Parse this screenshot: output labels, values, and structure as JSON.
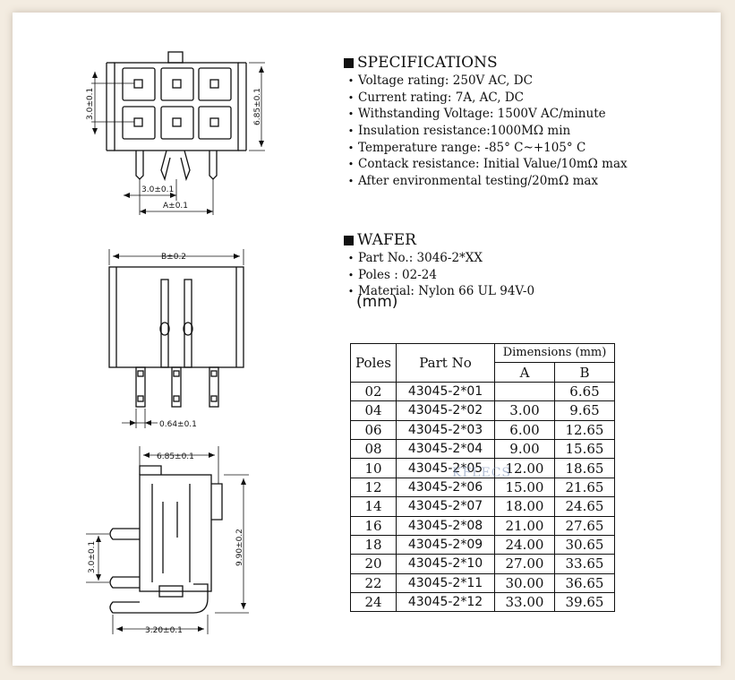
{
  "specifications": {
    "title": "SPECIFICATIONS",
    "items": [
      "Voltage rating: 250V AC, DC",
      "Current rating: 7A, AC, DC",
      "Withstanding Voltage: 1500V AC/minute",
      "Insulation resistance:1000MΩ min",
      "Temperature range: -85° C~+105° C",
      "Contack resistance: Initial Value/10mΩ max",
      "After environmental  testing/20mΩ max"
    ]
  },
  "wafer": {
    "title": "WAFER",
    "items": [
      "Part No.: 3046-2*XX",
      "Poles : 02-24",
      "Material: Nylon 66 UL 94V-0"
    ],
    "unit": "(mm)"
  },
  "drawing_labels": {
    "top_height": "3.0±0.1",
    "top_body_height": "6.85±0.1",
    "top_pitch": "3.0±0.1",
    "top_a": "A±0.1",
    "front_b": "B±0.2",
    "front_pin": "0.64±0.1",
    "side_depth": "6.85±0.1",
    "side_height": "9.90±0.2",
    "side_pitch": "3.0±0.1",
    "side_tail": "3.20±0.1"
  },
  "table": {
    "headers": {
      "poles": "Poles",
      "part_no": "Part No",
      "dimensions": "Dimensions (mm)",
      "a": "A",
      "b": "B"
    },
    "rows": [
      {
        "poles": "02",
        "part": "43045-2*01",
        "a": "",
        "b": "6.65"
      },
      {
        "poles": "04",
        "part": "43045-2*02",
        "a": "3.00",
        "b": "9.65"
      },
      {
        "poles": "06",
        "part": "43045-2*03",
        "a": "6.00",
        "b": "12.65"
      },
      {
        "poles": "08",
        "part": "43045-2*04",
        "a": "9.00",
        "b": "15.65"
      },
      {
        "poles": "10",
        "part": "43045-2*05",
        "a": "12.00",
        "b": "18.65"
      },
      {
        "poles": "12",
        "part": "43045-2*06",
        "a": "15.00",
        "b": "21.65"
      },
      {
        "poles": "14",
        "part": "43045-2*07",
        "a": "18.00",
        "b": "24.65"
      },
      {
        "poles": "16",
        "part": "43045-2*08",
        "a": "21.00",
        "b": "27.65"
      },
      {
        "poles": "18",
        "part": "43045-2*09",
        "a": "24.00",
        "b": "30.65"
      },
      {
        "poles": "20",
        "part": "43045-2*10",
        "a": "27.00",
        "b": "33.65"
      },
      {
        "poles": "22",
        "part": "43045-2*11",
        "a": "30.00",
        "b": "36.65"
      },
      {
        "poles": "24",
        "part": "43045-2*12",
        "a": "33.00",
        "b": "39.65"
      }
    ]
  },
  "watermark": "KFLECS"
}
